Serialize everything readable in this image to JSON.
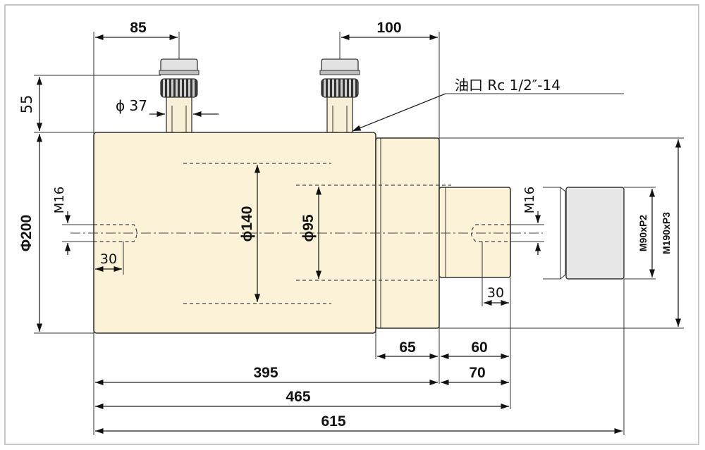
{
  "colors": {
    "body_fill": "#fbf2d7",
    "frame": "#c8c8c8",
    "fitting_gray": "#d7d7d7",
    "thread_gray": "#e6e6e6"
  },
  "labels": {
    "dim_85": "85",
    "dim_100": "100",
    "dim_55": "55",
    "phi37": "ϕ 37",
    "oil_port": "油口 Rc 1/2″-14",
    "phi200": "Φ200",
    "m16_left": "M16",
    "m16_right": "M16",
    "phi140": "ϕ140",
    "phi95": "ϕ95",
    "dim_30_left": "30",
    "dim_30_right": "30",
    "m90": "M90xP2",
    "m190": "M190xP3",
    "dim_65": "65",
    "dim_60": "60",
    "dim_395": "395",
    "dim_70": "70",
    "dim_465": "465",
    "dim_615": "615"
  }
}
